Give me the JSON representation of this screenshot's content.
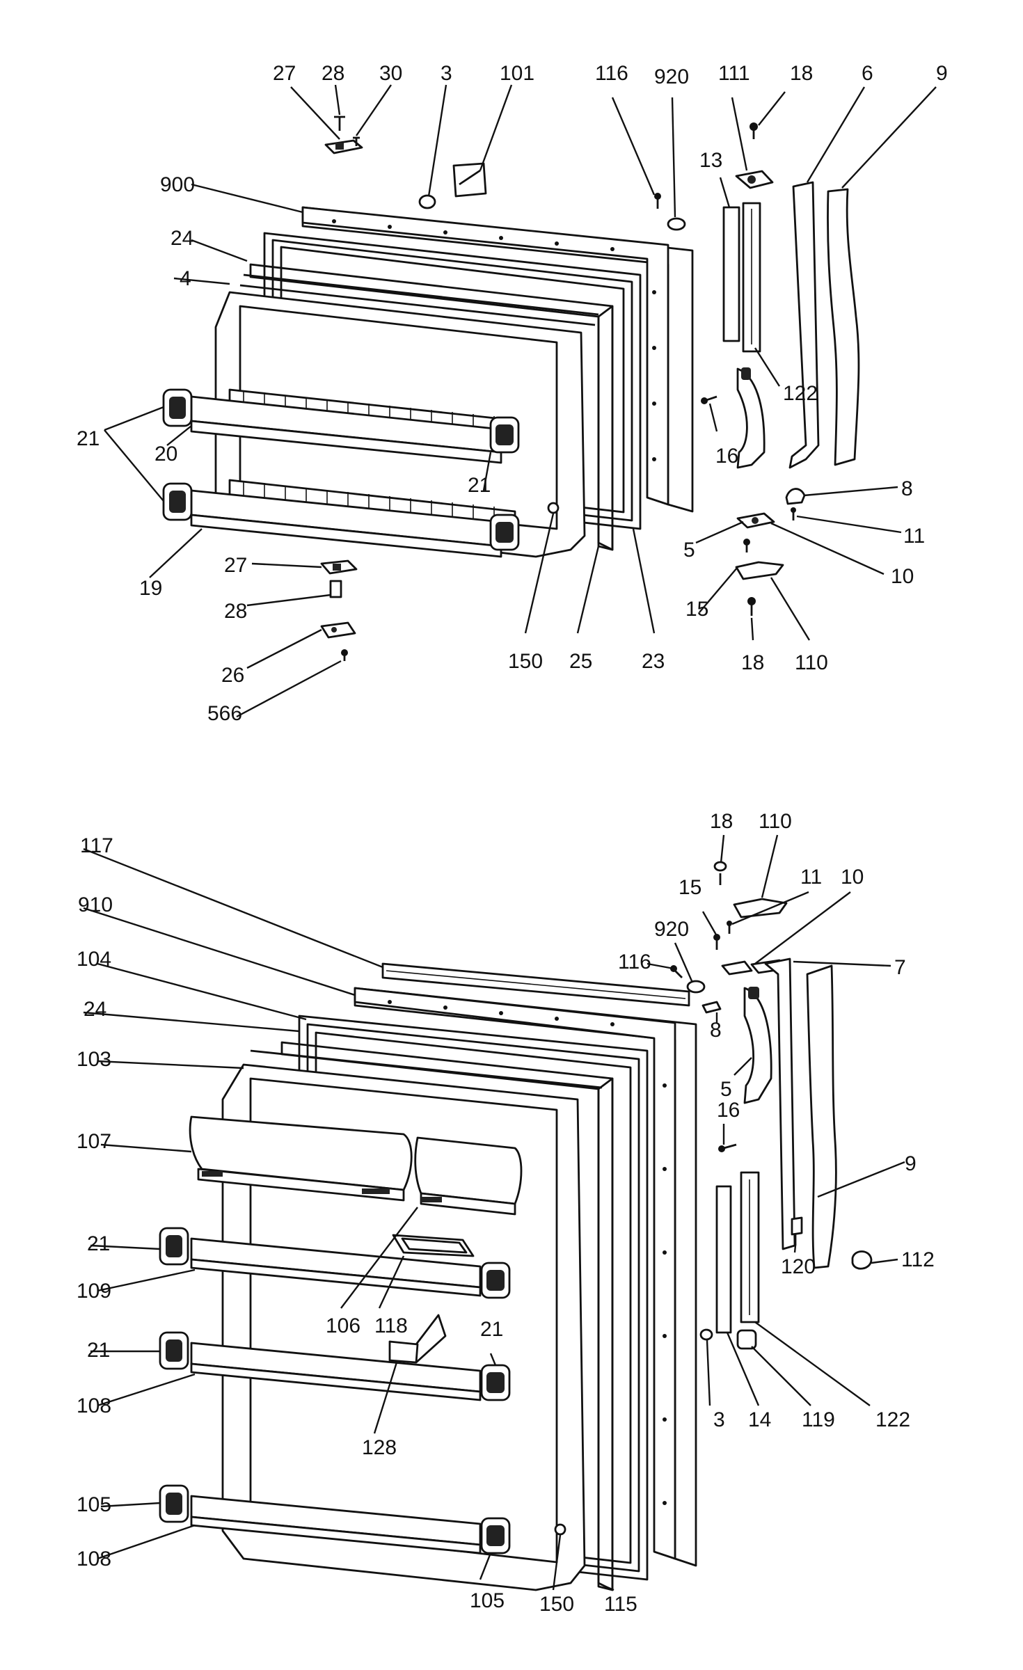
{
  "diagram": {
    "callouts_top": [
      {
        "id": "c27a",
        "label": "27"
      },
      {
        "id": "c28a",
        "label": "28"
      },
      {
        "id": "c30",
        "label": "30"
      },
      {
        "id": "c3a",
        "label": "3"
      },
      {
        "id": "c101",
        "label": "101"
      },
      {
        "id": "c116a",
        "label": "116"
      },
      {
        "id": "c920a",
        "label": "920"
      },
      {
        "id": "c111",
        "label": "111"
      },
      {
        "id": "c18a",
        "label": "18"
      },
      {
        "id": "c6",
        "label": "6"
      },
      {
        "id": "c9a",
        "label": "9"
      },
      {
        "id": "c900",
        "label": "900"
      },
      {
        "id": "c13",
        "label": "13"
      },
      {
        "id": "c24a",
        "label": "24"
      },
      {
        "id": "c4",
        "label": "4"
      },
      {
        "id": "c122a",
        "label": "122"
      },
      {
        "id": "c21a",
        "label": "21"
      },
      {
        "id": "c20",
        "label": "20"
      },
      {
        "id": "c16a",
        "label": "16"
      },
      {
        "id": "c21b",
        "label": "21"
      },
      {
        "id": "c8a",
        "label": "8"
      },
      {
        "id": "c11a",
        "label": "11"
      },
      {
        "id": "c5a",
        "label": "5"
      },
      {
        "id": "c10a",
        "label": "10"
      },
      {
        "id": "c19",
        "label": "19"
      },
      {
        "id": "c27b",
        "label": "27"
      },
      {
        "id": "c15a",
        "label": "15"
      },
      {
        "id": "c28b",
        "label": "28"
      },
      {
        "id": "c110a",
        "label": "110"
      },
      {
        "id": "c18b",
        "label": "18"
      },
      {
        "id": "c26",
        "label": "26"
      },
      {
        "id": "c150a",
        "label": "150"
      },
      {
        "id": "c25",
        "label": "25"
      },
      {
        "id": "c23",
        "label": "23"
      },
      {
        "id": "c566",
        "label": "566"
      }
    ],
    "callouts_bottom": [
      {
        "id": "d18",
        "label": "18"
      },
      {
        "id": "d110",
        "label": "110"
      },
      {
        "id": "d117",
        "label": "117"
      },
      {
        "id": "d15",
        "label": "15"
      },
      {
        "id": "d11",
        "label": "11"
      },
      {
        "id": "d10",
        "label": "10"
      },
      {
        "id": "d910",
        "label": "910"
      },
      {
        "id": "d920",
        "label": "920"
      },
      {
        "id": "d116",
        "label": "116"
      },
      {
        "id": "d7",
        "label": "7"
      },
      {
        "id": "d104",
        "label": "104"
      },
      {
        "id": "d24",
        "label": "24"
      },
      {
        "id": "d8",
        "label": "8"
      },
      {
        "id": "d103",
        "label": "103"
      },
      {
        "id": "d5",
        "label": "5"
      },
      {
        "id": "d16",
        "label": "16"
      },
      {
        "id": "d107",
        "label": "107"
      },
      {
        "id": "d9",
        "label": "9"
      },
      {
        "id": "d21a",
        "label": "21"
      },
      {
        "id": "d112",
        "label": "112"
      },
      {
        "id": "d109",
        "label": "109"
      },
      {
        "id": "d120",
        "label": "120"
      },
      {
        "id": "d106",
        "label": "106"
      },
      {
        "id": "d118",
        "label": "118"
      },
      {
        "id": "d21b",
        "label": "21"
      },
      {
        "id": "d21c",
        "label": "21"
      },
      {
        "id": "d122",
        "label": "122"
      },
      {
        "id": "d3",
        "label": "3"
      },
      {
        "id": "d14",
        "label": "14"
      },
      {
        "id": "d119",
        "label": "119"
      },
      {
        "id": "d108a",
        "label": "108"
      },
      {
        "id": "d128",
        "label": "128"
      },
      {
        "id": "d105a",
        "label": "105"
      },
      {
        "id": "d108b",
        "label": "108"
      },
      {
        "id": "d105b",
        "label": "105"
      },
      {
        "id": "d150",
        "label": "150"
      },
      {
        "id": "d115",
        "label": "115"
      }
    ]
  }
}
